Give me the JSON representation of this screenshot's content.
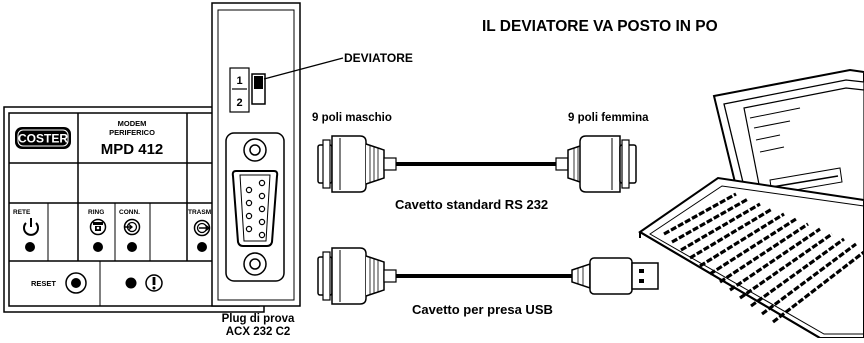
{
  "heading": "IL DEVIATORE VA POSTO IN PO",
  "switch": {
    "label": "DEVIATORE",
    "pos1": "1",
    "pos2": "2"
  },
  "modem": {
    "brand": "COSTER",
    "line1": "MODEM",
    "line2": "PERIFERICO",
    "model": "MPD 412",
    "led_rete": "RETE",
    "led_ring": "RING",
    "led_conn": "CONN.",
    "led_trasm": "TRASM.",
    "reset": "RESET"
  },
  "plug": {
    "line1": "Plug di prova",
    "line2": "ACX 232 C2"
  },
  "cable_rs232": {
    "male": "9 poli maschio",
    "female": "9 poli femmina",
    "caption": "Cavetto standard RS 232"
  },
  "cable_usb": {
    "caption": "Cavetto per presa USB"
  },
  "colors": {
    "ink": "#000000",
    "paper": "#ffffff",
    "tab": "#e0e0e0"
  }
}
